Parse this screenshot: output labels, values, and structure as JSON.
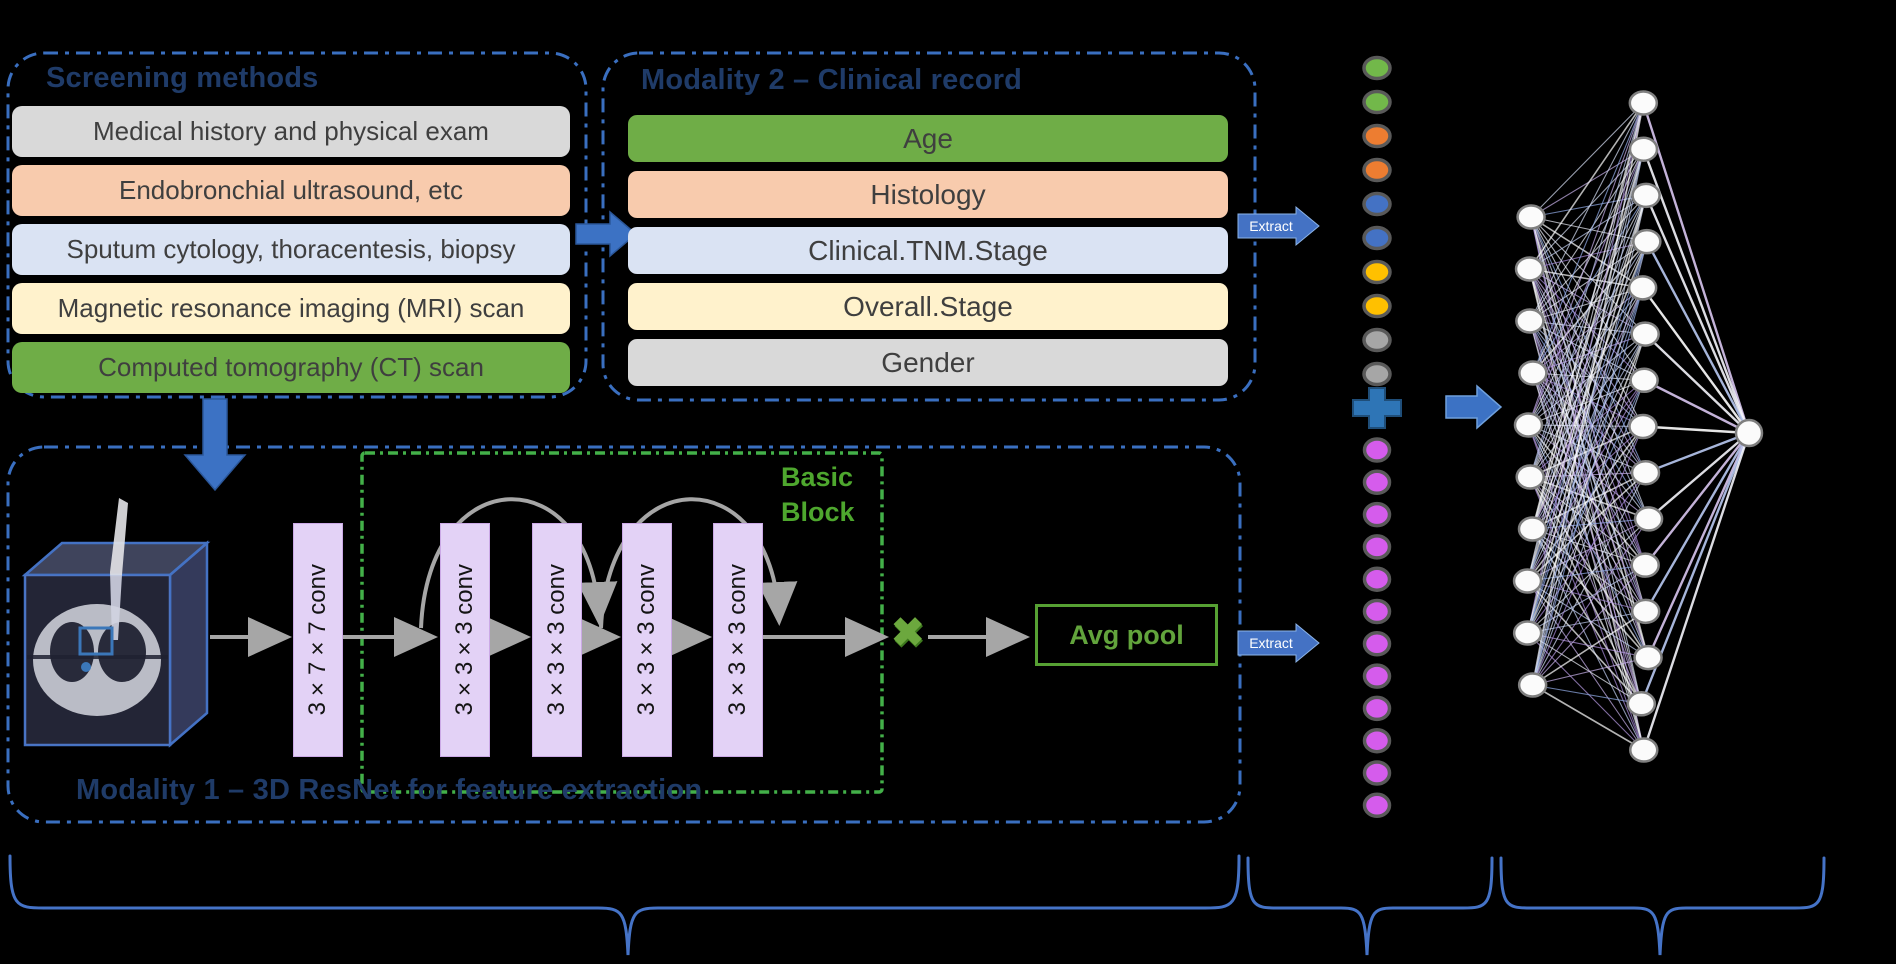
{
  "screening": {
    "title": "Screening methods",
    "items": [
      {
        "label": "Medical history and physical exam",
        "color": "#D9D9D9"
      },
      {
        "label": "Endobronchial ultrasound, etc",
        "color": "#F8CBAD"
      },
      {
        "label": "Sputum cytology, thoracentesis, biopsy",
        "color": "#DAE3F3"
      },
      {
        "label": "Magnetic resonance imaging (MRI) scan",
        "color": "#FFF2CC"
      },
      {
        "label": "Computed tomography (CT) scan",
        "color": "#6FAD47"
      }
    ]
  },
  "modality2": {
    "title": "Modality 2 – Clinical record",
    "items": [
      {
        "label": "Age",
        "color": "#6FAD47"
      },
      {
        "label": "Histology",
        "color": "#F8CBAD"
      },
      {
        "label": "Clinical.TNM.Stage",
        "color": "#DAE3F3"
      },
      {
        "label": "Overall.Stage",
        "color": "#FFF2CC"
      },
      {
        "label": "Gender",
        "color": "#D9D9D9"
      }
    ]
  },
  "modality1": {
    "title": "Modality 1 – 3D ResNet for feature extraction",
    "conv_blocks": [
      {
        "label": "3×7×7 conv"
      },
      {
        "label": "3×3×3 conv"
      },
      {
        "label": "3×3×3 conv"
      },
      {
        "label": "3×3×3 conv"
      },
      {
        "label": "3×3×3 conv"
      }
    ],
    "basic_block_label": "Basic Block",
    "avg_pool_label": "Avg pool",
    "multiply_symbol": "✖"
  },
  "extract": {
    "label": "Extract"
  },
  "feature_vector": {
    "top_dot_colors": [
      "#72B84A",
      "#72B84A",
      "#ED7D31",
      "#ED7D31",
      "#4472C4",
      "#4472C4",
      "#FFC000",
      "#FFC000",
      "#A6A6A6",
      "#A6A6A6"
    ],
    "plus_color": "#2E75B6",
    "bottom_dot_color": "#D55CEC",
    "bottom_dot_count": 12,
    "dot_stroke": "#595959"
  },
  "network": {
    "input_nodes": 10,
    "hidden_nodes": 15,
    "output_nodes": 1,
    "node_fill": "#FBFBFB",
    "node_stroke": "#7F7F7F",
    "edge_palette": [
      "#ffffff",
      "#ffffff",
      "#eef1fb",
      "#d9e2f8",
      "#c3d0f5",
      "#c9b2ec",
      "#a88bd9",
      "#94aeea",
      "#b79ae3"
    ],
    "output_edge_palette": [
      "#ffffff",
      "#f4f4fb",
      "#d9c6f0",
      "#b9c9f2"
    ]
  },
  "colors": {
    "box_border_blue": "#3A6FC0",
    "basic_block_green": "#43B049",
    "flow_arrow_gray": "#A6A6A6",
    "big_arrow_blue": "#3C72C4",
    "brace_blue": "#4573C7",
    "title_navy": "#1F3B68"
  }
}
